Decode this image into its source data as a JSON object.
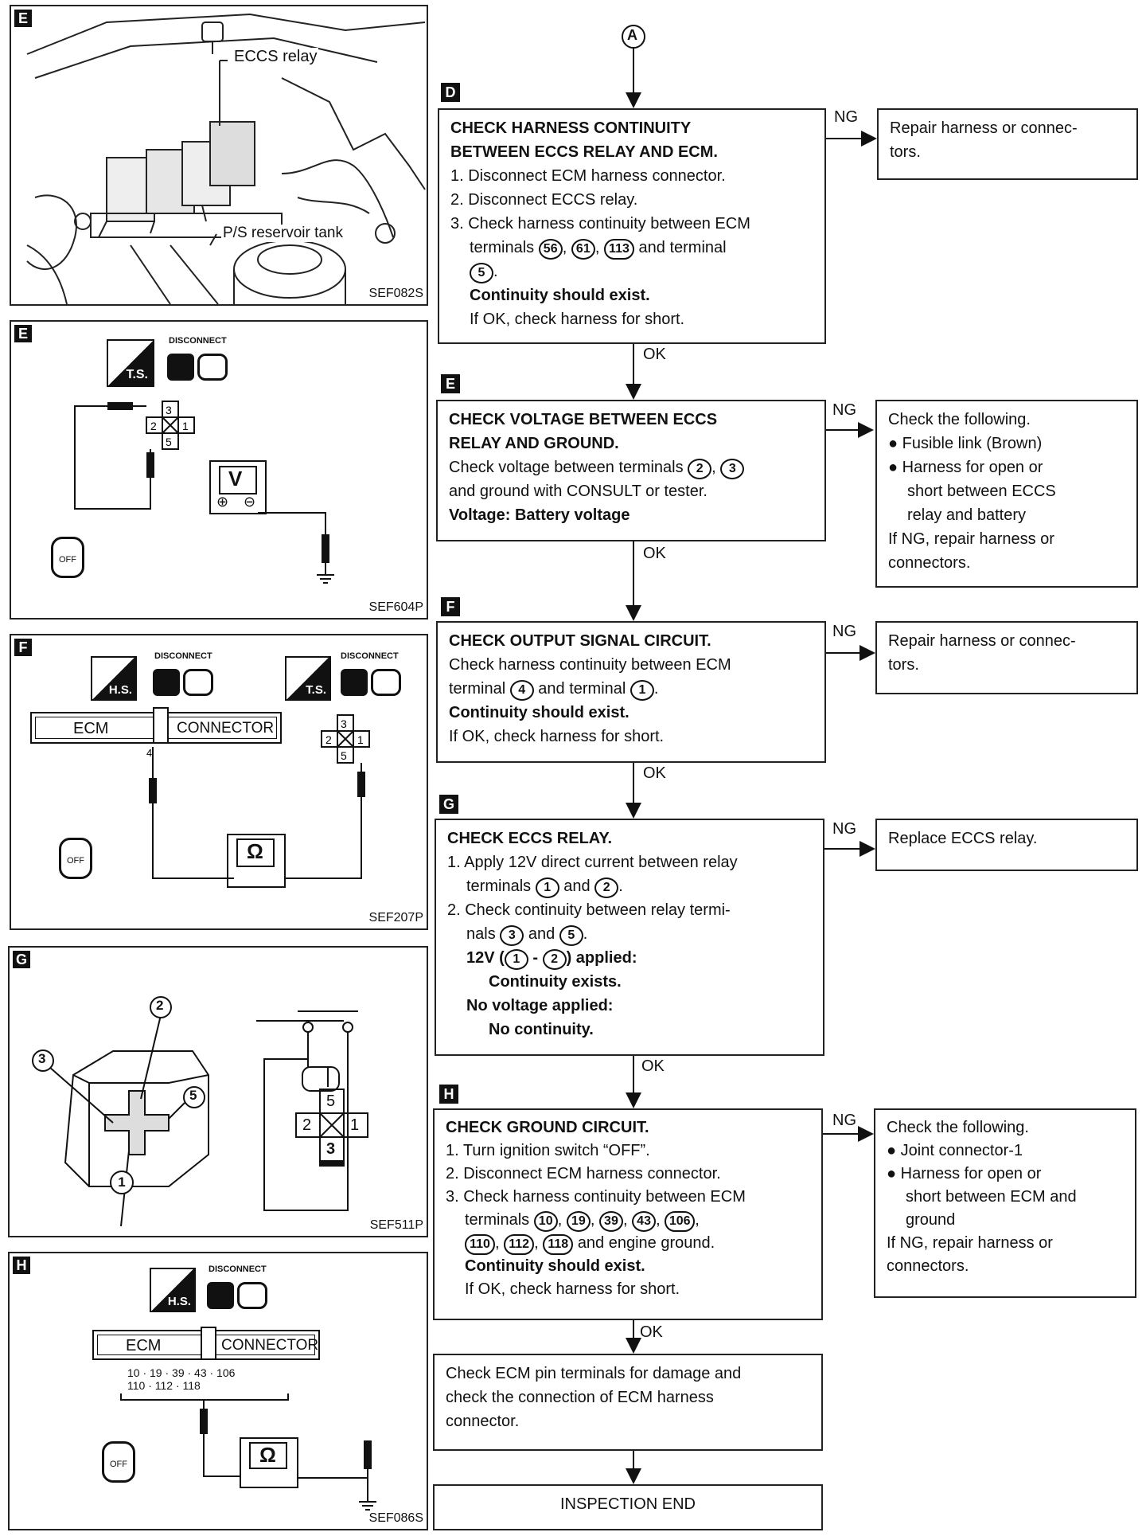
{
  "panels": {
    "E1": {
      "label": "E",
      "fig": "SEF082S",
      "relay_label": "ECCS relay",
      "tank_label": "P/S reservoir tank"
    },
    "E2": {
      "label": "E",
      "fig": "SEF604P",
      "ts_label": "T.S.",
      "disconnect": "DISCONNECT",
      "meter": "V",
      "pins": [
        "3",
        "2",
        "1",
        "5"
      ],
      "plus": "⊕",
      "minus": "⊖",
      "key": "OFF"
    },
    "F": {
      "label": "F",
      "fig": "SEF207P",
      "hs_label": "H.S.",
      "ts_label": "T.S.",
      "disconnect": "DISCONNECT",
      "ecm": "ECM",
      "connector": "CONNECTOR",
      "pin": "4",
      "meter": "Ω",
      "pins": [
        "3",
        "2",
        "1",
        "5"
      ],
      "key": "OFF"
    },
    "G": {
      "label": "G",
      "fig": "SEF511P",
      "callouts": [
        "2",
        "3",
        "5",
        "1"
      ],
      "pins": [
        "5",
        "2",
        "1",
        "3"
      ]
    },
    "H": {
      "label": "H",
      "fig": "SEF086S",
      "hs_label": "H.S.",
      "disconnect": "DISCONNECT",
      "ecm": "ECM",
      "connector": "CONNECTOR",
      "pins_line1": "10 · 19 · 39 · 43 · 106",
      "pins_line2": "110 · 112 · 118",
      "meter": "Ω",
      "key": "OFF"
    }
  },
  "flow": {
    "start": "A",
    "ok": "OK",
    "ng": "NG",
    "D": {
      "label": "D",
      "title1": "CHECK HARNESS CONTINUITY",
      "title2": "BETWEEN ECCS RELAY AND ECM.",
      "s1": "1. Disconnect ECM harness connector.",
      "s2": "2. Disconnect ECCS relay.",
      "s3a": "3. Check harness continuity between ECM",
      "s3b_pre": "terminals",
      "t1": "56",
      "t2": "61",
      "t3": "113",
      "s3b_post": "and terminal",
      "t4": "5",
      "cont": "Continuity should exist.",
      "ifok": "If OK, check harness for short.",
      "ng_text1": "Repair harness or connec-",
      "ng_text2": "tors."
    },
    "E": {
      "label": "E",
      "title1": "CHECK VOLTAGE BETWEEN ECCS",
      "title2": "RELAY AND GROUND.",
      "l1_pre": "Check voltage between terminals",
      "t1": "2",
      "t2": "3",
      "l2": "and ground with CONSULT or tester.",
      "voltage": "Voltage: Battery voltage",
      "ng_head": "Check the following.",
      "ng_b1": "Fusible link (Brown)",
      "ng_b2a": "Harness for open or",
      "ng_b2b": "short between ECCS",
      "ng_b2c": "relay and battery",
      "ng_foot1": "If NG, repair harness or",
      "ng_foot2": "connectors."
    },
    "F": {
      "label": "F",
      "title": "CHECK OUTPUT SIGNAL CIRCUIT.",
      "l1": "Check harness continuity between ECM",
      "l2_pre": "terminal",
      "t1": "4",
      "l2_mid": "and terminal",
      "t2": "1",
      "cont": "Continuity should exist.",
      "ifok": "If OK, check harness for short.",
      "ng_text1": "Repair harness or connec-",
      "ng_text2": "tors."
    },
    "G": {
      "label": "G",
      "title": "CHECK ECCS RELAY.",
      "s1a": "1. Apply 12V direct current between relay",
      "s1b_pre": "terminals",
      "t1": "1",
      "s1b_mid": "and",
      "t2": "2",
      "s2a": "2. Check continuity between relay termi-",
      "s2b_pre": "nals",
      "t3": "3",
      "s2b_mid": "and",
      "t4": "5",
      "r1_pre": "12V (",
      "r1_mid": " - ",
      "r1_post": ") applied:",
      "r1b": "Continuity exists.",
      "r2": "No voltage applied:",
      "r2b": "No continuity.",
      "ng_text": "Replace ECCS relay."
    },
    "H": {
      "label": "H",
      "title": "CHECK GROUND CIRCUIT.",
      "s1": "1. Turn ignition switch “OFF”.",
      "s2": "2. Disconnect ECM harness connector.",
      "s3a": "3. Check harness continuity between ECM",
      "s3b_pre": "terminals",
      "terms": [
        "10",
        "19",
        "39",
        "43",
        "106",
        "110",
        "112",
        "118"
      ],
      "s3c_post": "and engine ground.",
      "cont": "Continuity should exist.",
      "ifok": "If OK, check harness for short.",
      "ng_head": "Check the following.",
      "ng_b1": "Joint connector-1",
      "ng_b2a": "Harness for open or",
      "ng_b2b": "short between ECM and",
      "ng_b2c": "ground",
      "ng_foot1": "If NG, repair harness or",
      "ng_foot2": "connectors."
    },
    "final1": "Check ECM pin terminals for damage and",
    "final2": "check the connection of ECM harness",
    "final3": "connector.",
    "end": "INSPECTION END"
  }
}
